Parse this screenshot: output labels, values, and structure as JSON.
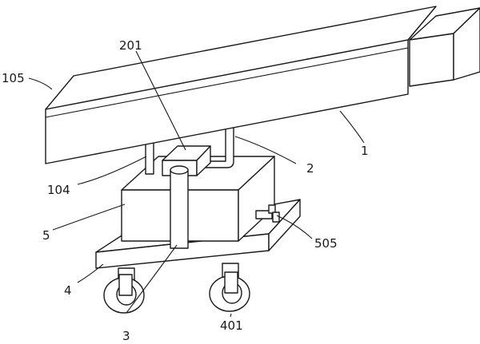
{
  "labels": {
    "l105": "105",
    "l201": "201",
    "l104": "104",
    "l1": "1",
    "l2": "2",
    "l5": "5",
    "l505": "505",
    "l4": "4",
    "l3": "3",
    "l401": "401"
  },
  "colors": {
    "line": "#1a1a1a",
    "background": "#ffffff"
  }
}
